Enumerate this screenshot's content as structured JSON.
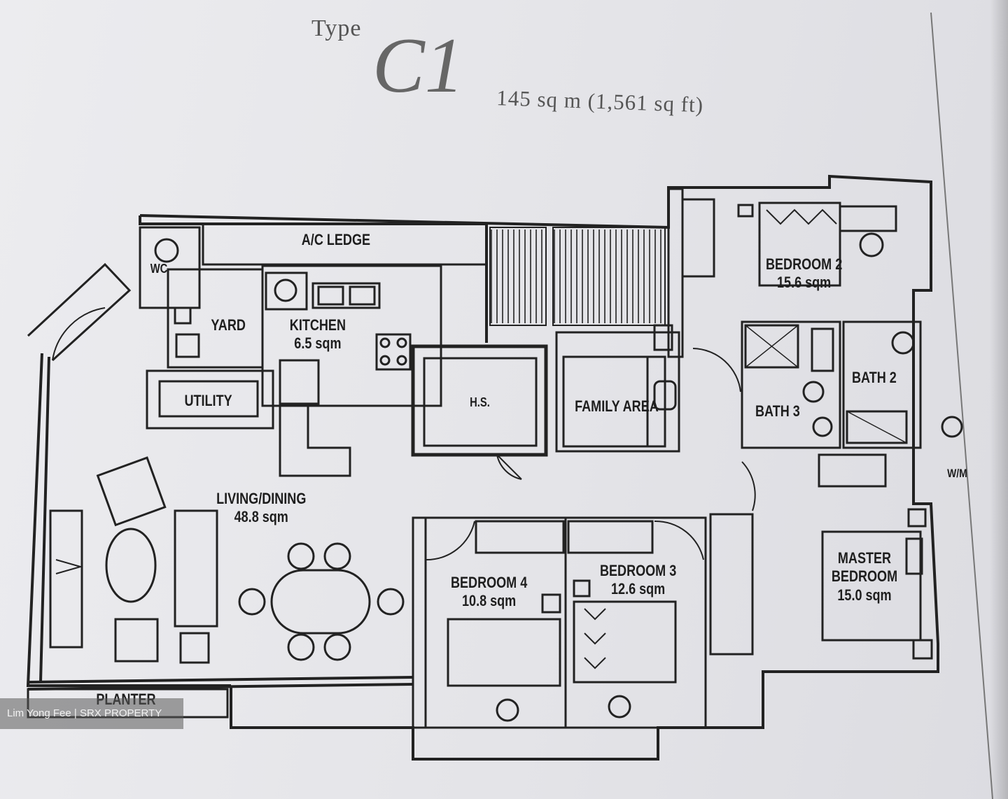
{
  "header": {
    "type_word": "Type",
    "type_code": "C1",
    "area_text": "145 sq m (1,561 sq ft)"
  },
  "rooms": {
    "ac_ledge": "A/C LEDGE",
    "wc": "WC",
    "yard": "YARD",
    "kitchen": {
      "name": "KITCHEN",
      "area": "6.5 sqm"
    },
    "utility": "UTILITY",
    "hs": "H.S.",
    "family_area": "FAMILY AREA",
    "bedroom2": {
      "name": "BEDROOM 2",
      "area": "15.6 sqm"
    },
    "bath2": "BATH 2",
    "bath3": "BATH 3",
    "wm": "W/M",
    "living_dining": {
      "name": "LIVING/DINING",
      "area": "48.8 sqm"
    },
    "bedroom4": {
      "name": "BEDROOM 4",
      "area": "10.8 sqm"
    },
    "bedroom3": {
      "name": "BEDROOM 3",
      "area": "12.6 sqm"
    },
    "master_bedroom": {
      "name": "MASTER BEDROOM",
      "area": "15.0 sqm"
    },
    "planter": "PLANTER"
  },
  "watermark": "Lim Yong Fee | SRX PROPERTY",
  "colors": {
    "ink": "#1e1e1e",
    "paper": "#e6e6e9",
    "watermark_bg": "#5a5a5a"
  }
}
